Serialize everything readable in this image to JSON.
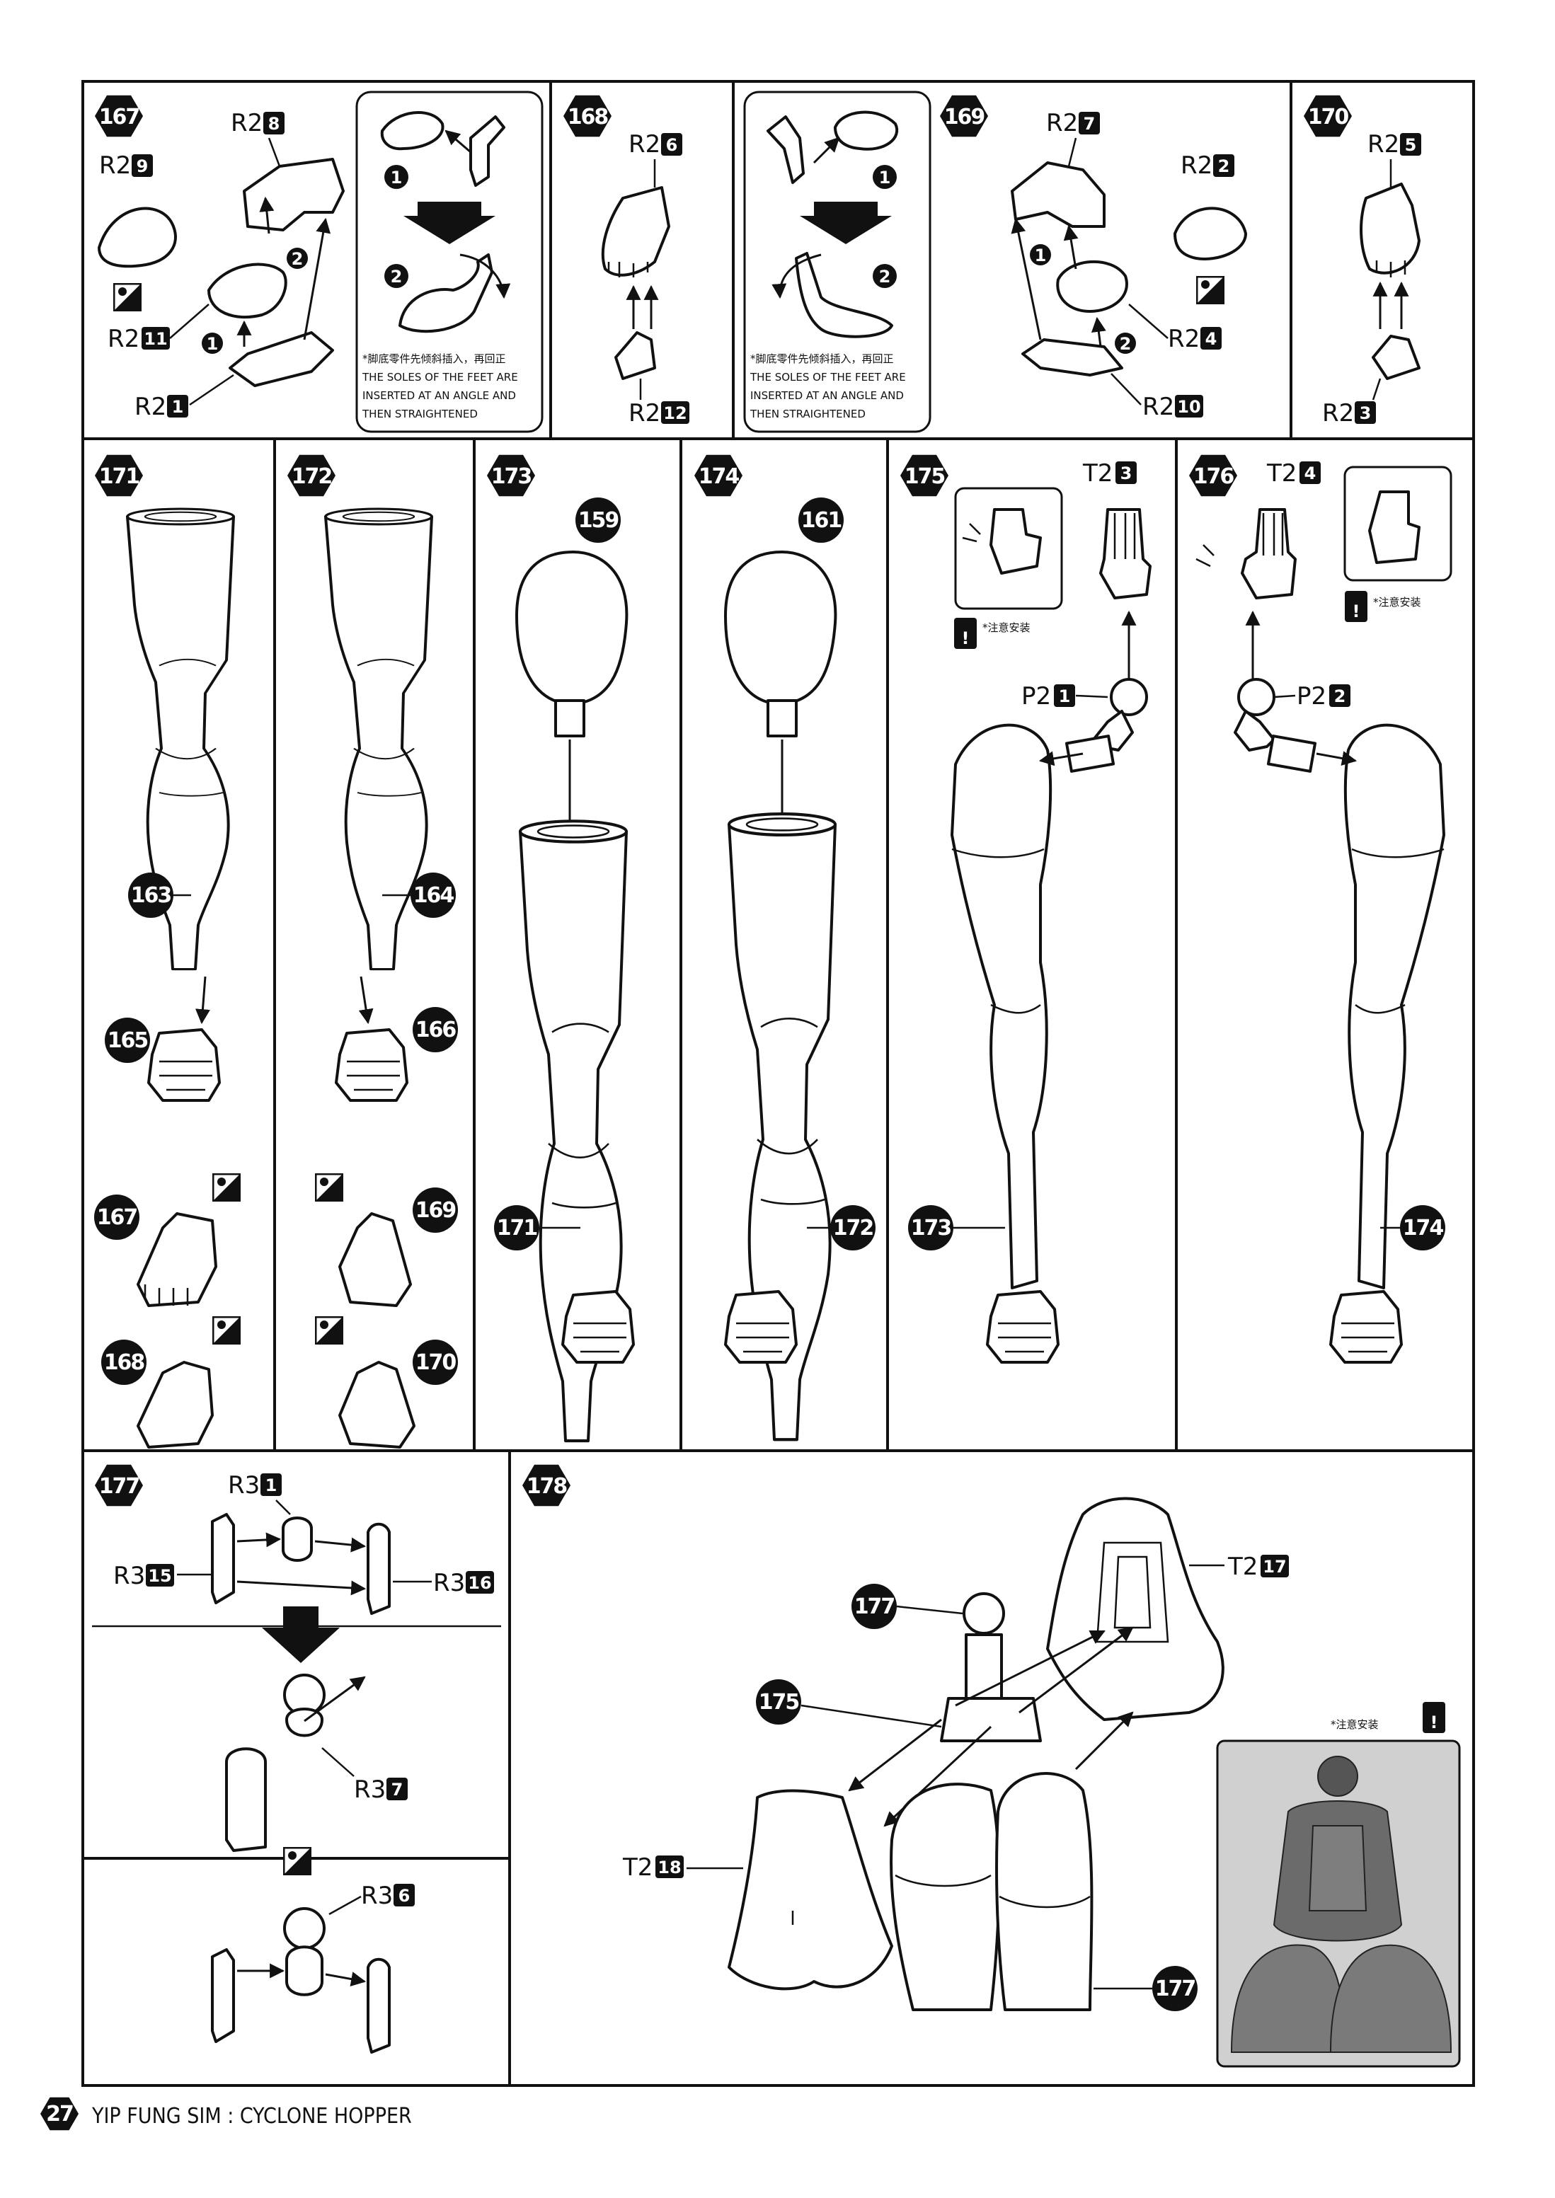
{
  "steps": {
    "s167": {
      "num": "167",
      "parts": [
        {
          "pre": "R2",
          "num": "8"
        },
        {
          "pre": "R2",
          "num": "9"
        },
        {
          "pre": "R2",
          "num": "11"
        },
        {
          "pre": "R2",
          "num": "1"
        }
      ]
    },
    "s168": {
      "num": "168",
      "parts": [
        {
          "pre": "R2",
          "num": "6"
        },
        {
          "pre": "R2",
          "num": "12"
        }
      ]
    },
    "s169": {
      "num": "169",
      "parts": [
        {
          "pre": "R2",
          "num": "7"
        },
        {
          "pre": "R2",
          "num": "2"
        },
        {
          "pre": "R2",
          "num": "4"
        },
        {
          "pre": "R2",
          "num": "10"
        }
      ]
    },
    "s170": {
      "num": "170",
      "parts": [
        {
          "pre": "R2",
          "num": "5"
        },
        {
          "pre": "R2",
          "num": "3"
        }
      ]
    },
    "s171": {
      "num": "171",
      "refs": [
        "163",
        "165",
        "167",
        "168"
      ]
    },
    "s172": {
      "num": "172",
      "refs": [
        "164",
        "166",
        "169",
        "170"
      ]
    },
    "s173": {
      "num": "173",
      "refs": [
        "159",
        "171"
      ]
    },
    "s174": {
      "num": "174",
      "refs": [
        "161",
        "172"
      ]
    },
    "s175": {
      "num": "175",
      "parts": [
        {
          "pre": "T2",
          "num": "3"
        },
        {
          "pre": "P2",
          "num": "1"
        }
      ],
      "refs": [
        "173"
      ],
      "caution": "*注意安装"
    },
    "s176": {
      "num": "176",
      "parts": [
        {
          "pre": "T2",
          "num": "4"
        },
        {
          "pre": "P2",
          "num": "2"
        }
      ],
      "refs": [
        "174"
      ],
      "caution": "*注意安装"
    },
    "s177": {
      "num": "177",
      "parts": [
        {
          "pre": "R3",
          "num": "1"
        },
        {
          "pre": "R3",
          "num": "15"
        },
        {
          "pre": "R3",
          "num": "16"
        },
        {
          "pre": "R3",
          "num": "7"
        },
        {
          "pre": "R3",
          "num": "6"
        }
      ]
    },
    "s178": {
      "num": "178",
      "parts": [
        {
          "pre": "T2",
          "num": "17"
        },
        {
          "pre": "T2",
          "num": "18"
        }
      ],
      "refs": [
        "177",
        "175",
        "177"
      ],
      "caution": "*注意安装"
    }
  },
  "notes": {
    "n1": [
      "*脚底零件先倾斜插入，再回正",
      "THE SOLES OF THE FEET ARE",
      "INSERTED AT AN ANGLE AND",
      "THEN STRAIGHTENED"
    ],
    "n2": [
      "*脚底零件先倾斜插入，再回正",
      "THE SOLES OF THE FEET ARE",
      "INSERTED AT AN ANGLE AND",
      "THEN STRAIGHTENED"
    ],
    "sub": [
      "1",
      "2",
      "1",
      "2",
      "1",
      "2",
      "1",
      "2"
    ]
  },
  "footer": {
    "page": "27",
    "title": "YIP FUNG SIM : CYCLONE HOPPER"
  }
}
